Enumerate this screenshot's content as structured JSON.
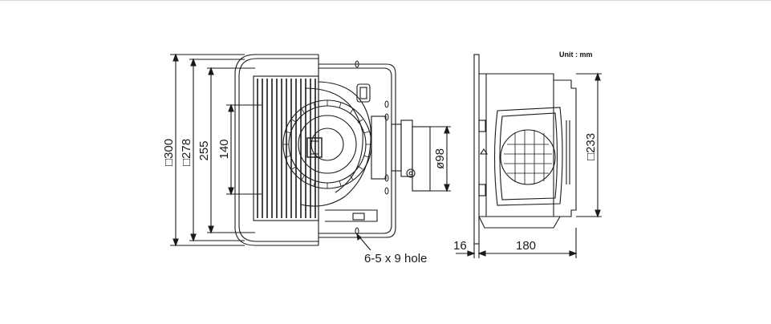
{
  "unit_label": "Unit : mm",
  "front_view": {
    "dims": {
      "d300": "□300",
      "d278": "□278",
      "d255": "255",
      "d140": "140",
      "d98": "ø98"
    },
    "hole_note": "6-5 x 9 hole"
  },
  "side_view": {
    "dims": {
      "d233": "□233",
      "d16": "16",
      "d180": "180"
    }
  }
}
